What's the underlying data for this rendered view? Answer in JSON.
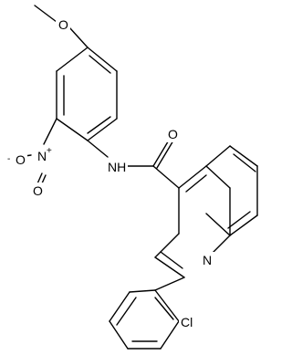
{
  "molecule": {
    "atom_labels": {
      "methoxy_oxygen": "O",
      "nitro_nitrogen": "N",
      "nitro_charge": "+",
      "nitro_oxygen_top": "O",
      "nitro_oxygen_bottom": "O",
      "nitro_oxygen_charge": "-",
      "amide_nh": "NH",
      "carbonyl_oxygen": "O",
      "quinoline_nitrogen": "N",
      "chlorine": "Cl"
    }
  }
}
